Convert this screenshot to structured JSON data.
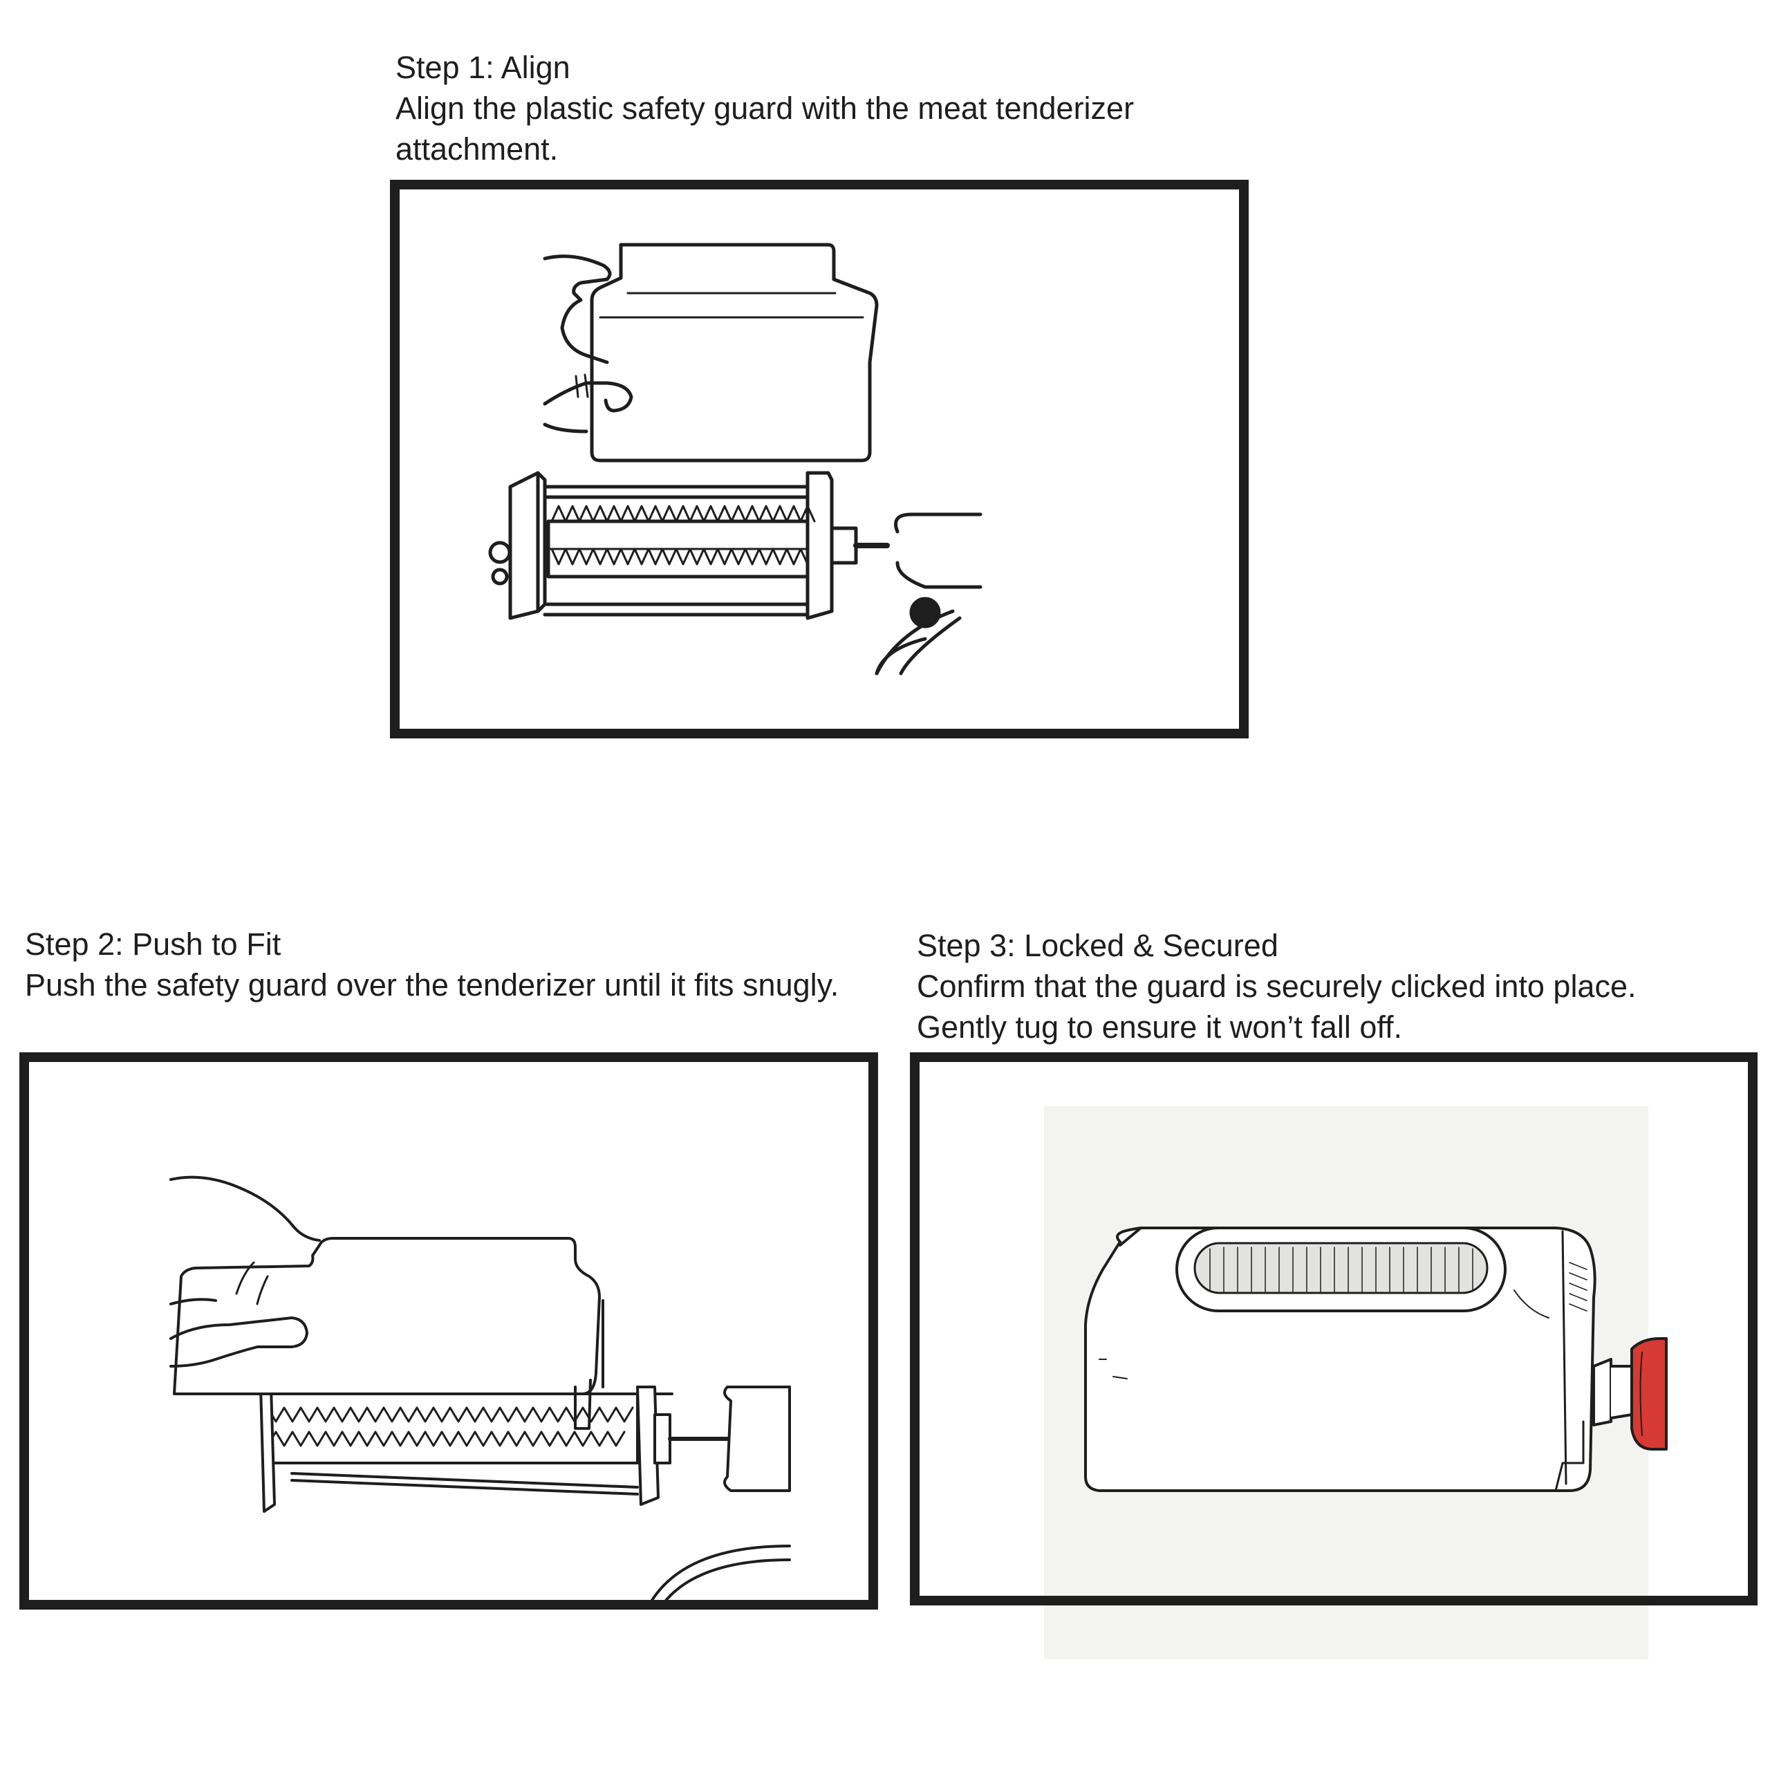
{
  "steps": [
    {
      "title": "Step 1: Align",
      "description_lines": [
        "Align the plastic safety guard with the meat tenderizer",
        "attachment."
      ]
    },
    {
      "title": "Step 2: Push to Fit",
      "description_lines": [
        "Push the safety guard over the tenderizer until it fits snugly."
      ]
    },
    {
      "title": "Step 3: Locked & Secured",
      "description_lines": [
        "Confirm that the guard is securely clicked into place.",
        "Gently tug to ensure it won’t fall off."
      ]
    }
  ],
  "colors": {
    "line": "#1e1e1e",
    "frame": "#1e1e1e",
    "knob_accent": "#d63a32",
    "step3_background": "#f3f3f1"
  },
  "illustrations": [
    {
      "step": 1,
      "depicts": [
        "hand-icon",
        "safety-guard-icon",
        "tenderizer-attachment-icon",
        "motor-hub-icon"
      ]
    },
    {
      "step": 2,
      "depicts": [
        "hand-icon",
        "safety-guard-icon",
        "tenderizer-attachment-icon",
        "motor-hub-icon"
      ]
    },
    {
      "step": 3,
      "depicts": [
        "safety-guard-icon",
        "knob-icon"
      ]
    }
  ]
}
